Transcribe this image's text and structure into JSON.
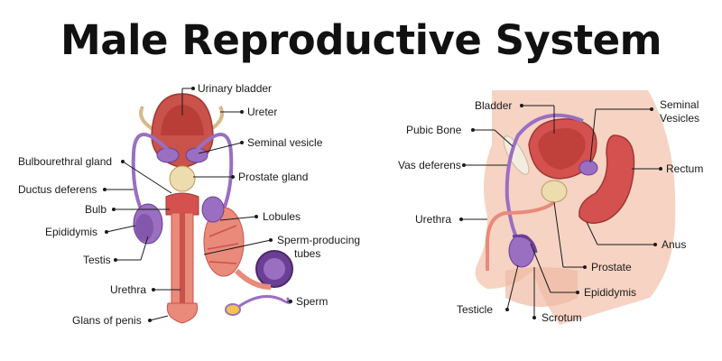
{
  "title": "Male Reproductive System",
  "colors": {
    "skin": "#f6d3c3",
    "skin_shade": "#efb9a4",
    "tissue": "#e98a7a",
    "tissue_dark": "#c9524a",
    "muscle": "#d4514f",
    "bladder_inner": "#b2362f",
    "duct_purple": "#9a6fc2",
    "duct_dark": "#6b3f95",
    "gland_yellow": "#ecdcae",
    "tube_tan": "#d9b98a",
    "sperm_yellow": "#f0c64a"
  },
  "front_view": {
    "labels": {
      "urinary_bladder": "Urinary bladder",
      "ureter": "Ureter",
      "seminal_vesicle": "Seminal vesicle",
      "prostate_gland": "Prostate gland",
      "bulbourethral_gland": "Bulbourethral gland",
      "ductus_deferens": "Ductus deferens",
      "bulb": "Bulb",
      "epididymis": "Epididymis",
      "testis": "Testis",
      "lobules": "Lobules",
      "sperm_producing_tubes_1": "Sperm-producing",
      "sperm_producing_tubes_2": "tubes",
      "urethra": "Urethra",
      "sperm": "Sperm",
      "glans_of_penis": "Glans of penis"
    }
  },
  "side_view": {
    "labels": {
      "bladder": "Bladder",
      "seminal_vesicles_1": "Seminal",
      "seminal_vesicles_2": "Vesicles",
      "pubic_bone": "Pubic Bone",
      "vas_deferens": "Vas deferens",
      "rectum": "Rectum",
      "urethra": "Urethra",
      "anus": "Anus",
      "prostate": "Prostate",
      "epididymis": "Epididymis",
      "testicle": "Testicle",
      "scrotum": "Scrotum"
    }
  }
}
